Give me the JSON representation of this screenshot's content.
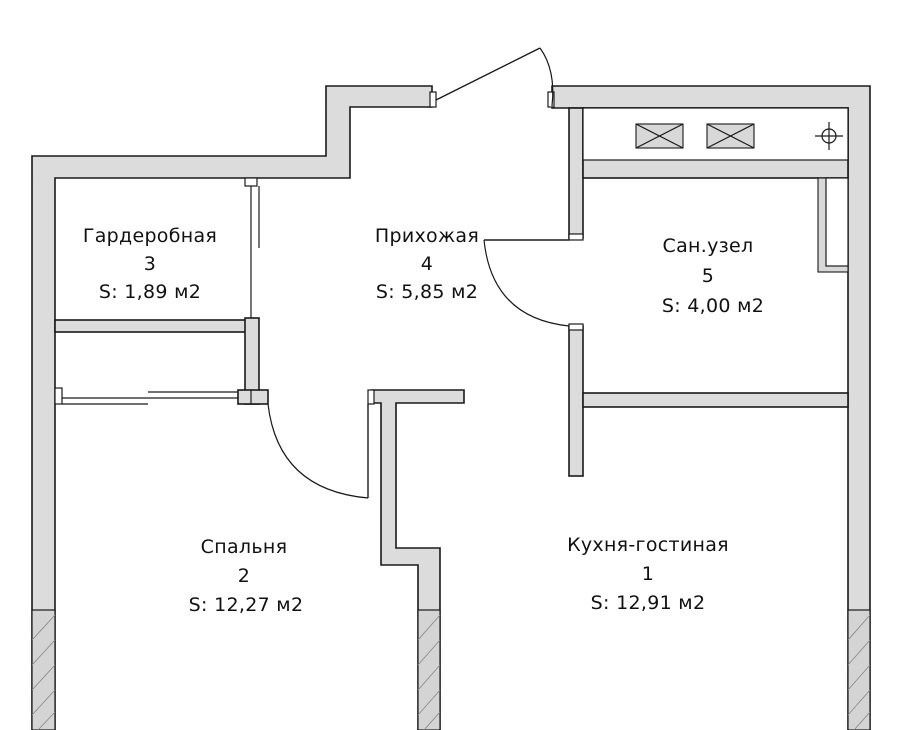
{
  "rooms": [
    {
      "id": "wardrobe",
      "name": "Гардеробная",
      "number": "3",
      "area": "S: 1,89 м2"
    },
    {
      "id": "hallway",
      "name": "Прихожая",
      "number": "4",
      "area": "S: 5,85 м2"
    },
    {
      "id": "bathroom",
      "name": "Сан.узел",
      "number": "5",
      "area": "S: 4,00 м2"
    },
    {
      "id": "bedroom",
      "name": "Спальня",
      "number": "2",
      "area": "S: 12,27 м2"
    },
    {
      "id": "kitchen",
      "name": "Кухня-гостиная",
      "number": "1",
      "area": "S: 12,91 м2"
    }
  ],
  "colors": {
    "wall_fill": "#dcdcdc",
    "line": "#1a1a1a",
    "background": "#ffffff"
  }
}
